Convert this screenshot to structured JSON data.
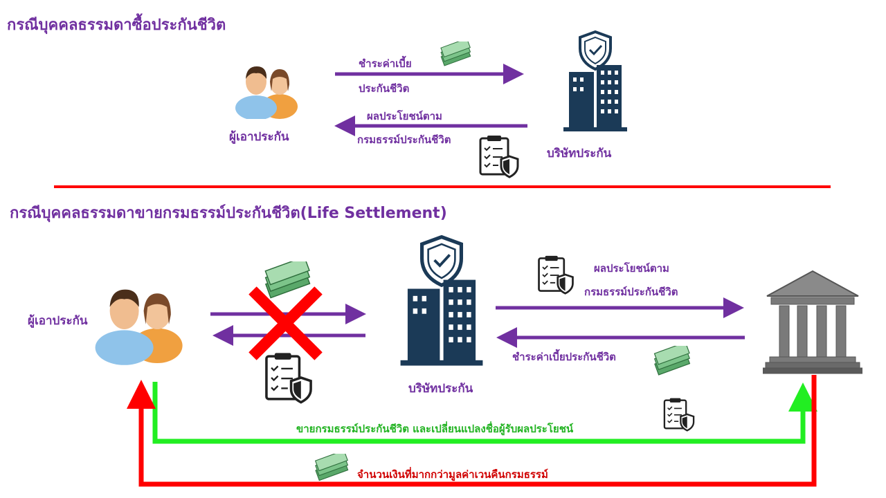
{
  "section1": {
    "title": "กรณีบุคคลธรรมดาซื้อประกันชีวิต",
    "policyholder_label": "ผู้เอาประกัน",
    "insurer_label": "บริษัทประกัน",
    "pay_premium_line1": "ชำระค่าเบี้ย",
    "pay_premium_line2": "ประกันชีวิต",
    "benefit_line1": "ผลประโยชน์ตาม",
    "benefit_line2": "กรมธรรม์ประกันชีวิต"
  },
  "section2": {
    "title": "กรณีบุคคลธรรมดาขายกรมธรรม์ประกันชีวิต(Life Settlement)",
    "policyholder_label": "ผู้เอาประกัน",
    "insurer_label": "บริษัทประกัน",
    "benefit_line1": "ผลประโยชน์ตาม",
    "benefit_line2": "กรมธรรม์ประกันชีวิต",
    "pay_premium": "ชำระค่าเบี้ยประกันชีวิต",
    "sell_policy": "ขายกรมธรรม์ประกันชีวิต และเปลี่ยนแปลงชื่อผู้รับผลประโยชน์",
    "cash_amount": "จำนวนเงินที่มากกว่ามูลค่าเวนคืนกรมธรรม์"
  },
  "colors": {
    "purple": "#7030a0",
    "red": "#ff0000",
    "green": "#22ee22",
    "navy": "#1b3a57",
    "bank_gray": "#8a8a8a"
  },
  "icons": [
    "people-icon",
    "building-shield-icon",
    "money-icon",
    "policy-clipboard-icon",
    "bank-icon",
    "cross-icon"
  ]
}
